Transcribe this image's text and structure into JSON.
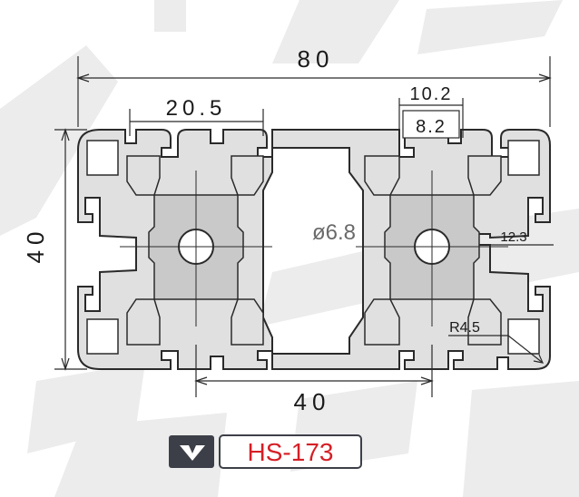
{
  "drawing": {
    "overall_width": "80",
    "overall_height": "40",
    "slot_pitch_top": "20.5",
    "slot_outer_width": "10.2",
    "slot_inner_width": "8.2",
    "hole_diameter": "ø6.8",
    "slot_depth": "12.3",
    "corner_radius": "R4.5",
    "center_distance": "40"
  },
  "label": {
    "model": "HS-173",
    "logo_icon": "brand-logo-icon"
  },
  "colors": {
    "profile_fill": "#e0e0e0",
    "profile_stroke": "#2a2a2a",
    "core_fill": "#cccccc",
    "watermark": "#ededed",
    "model_text": "#d51f26",
    "logo_bg": "#3d3f48"
  }
}
